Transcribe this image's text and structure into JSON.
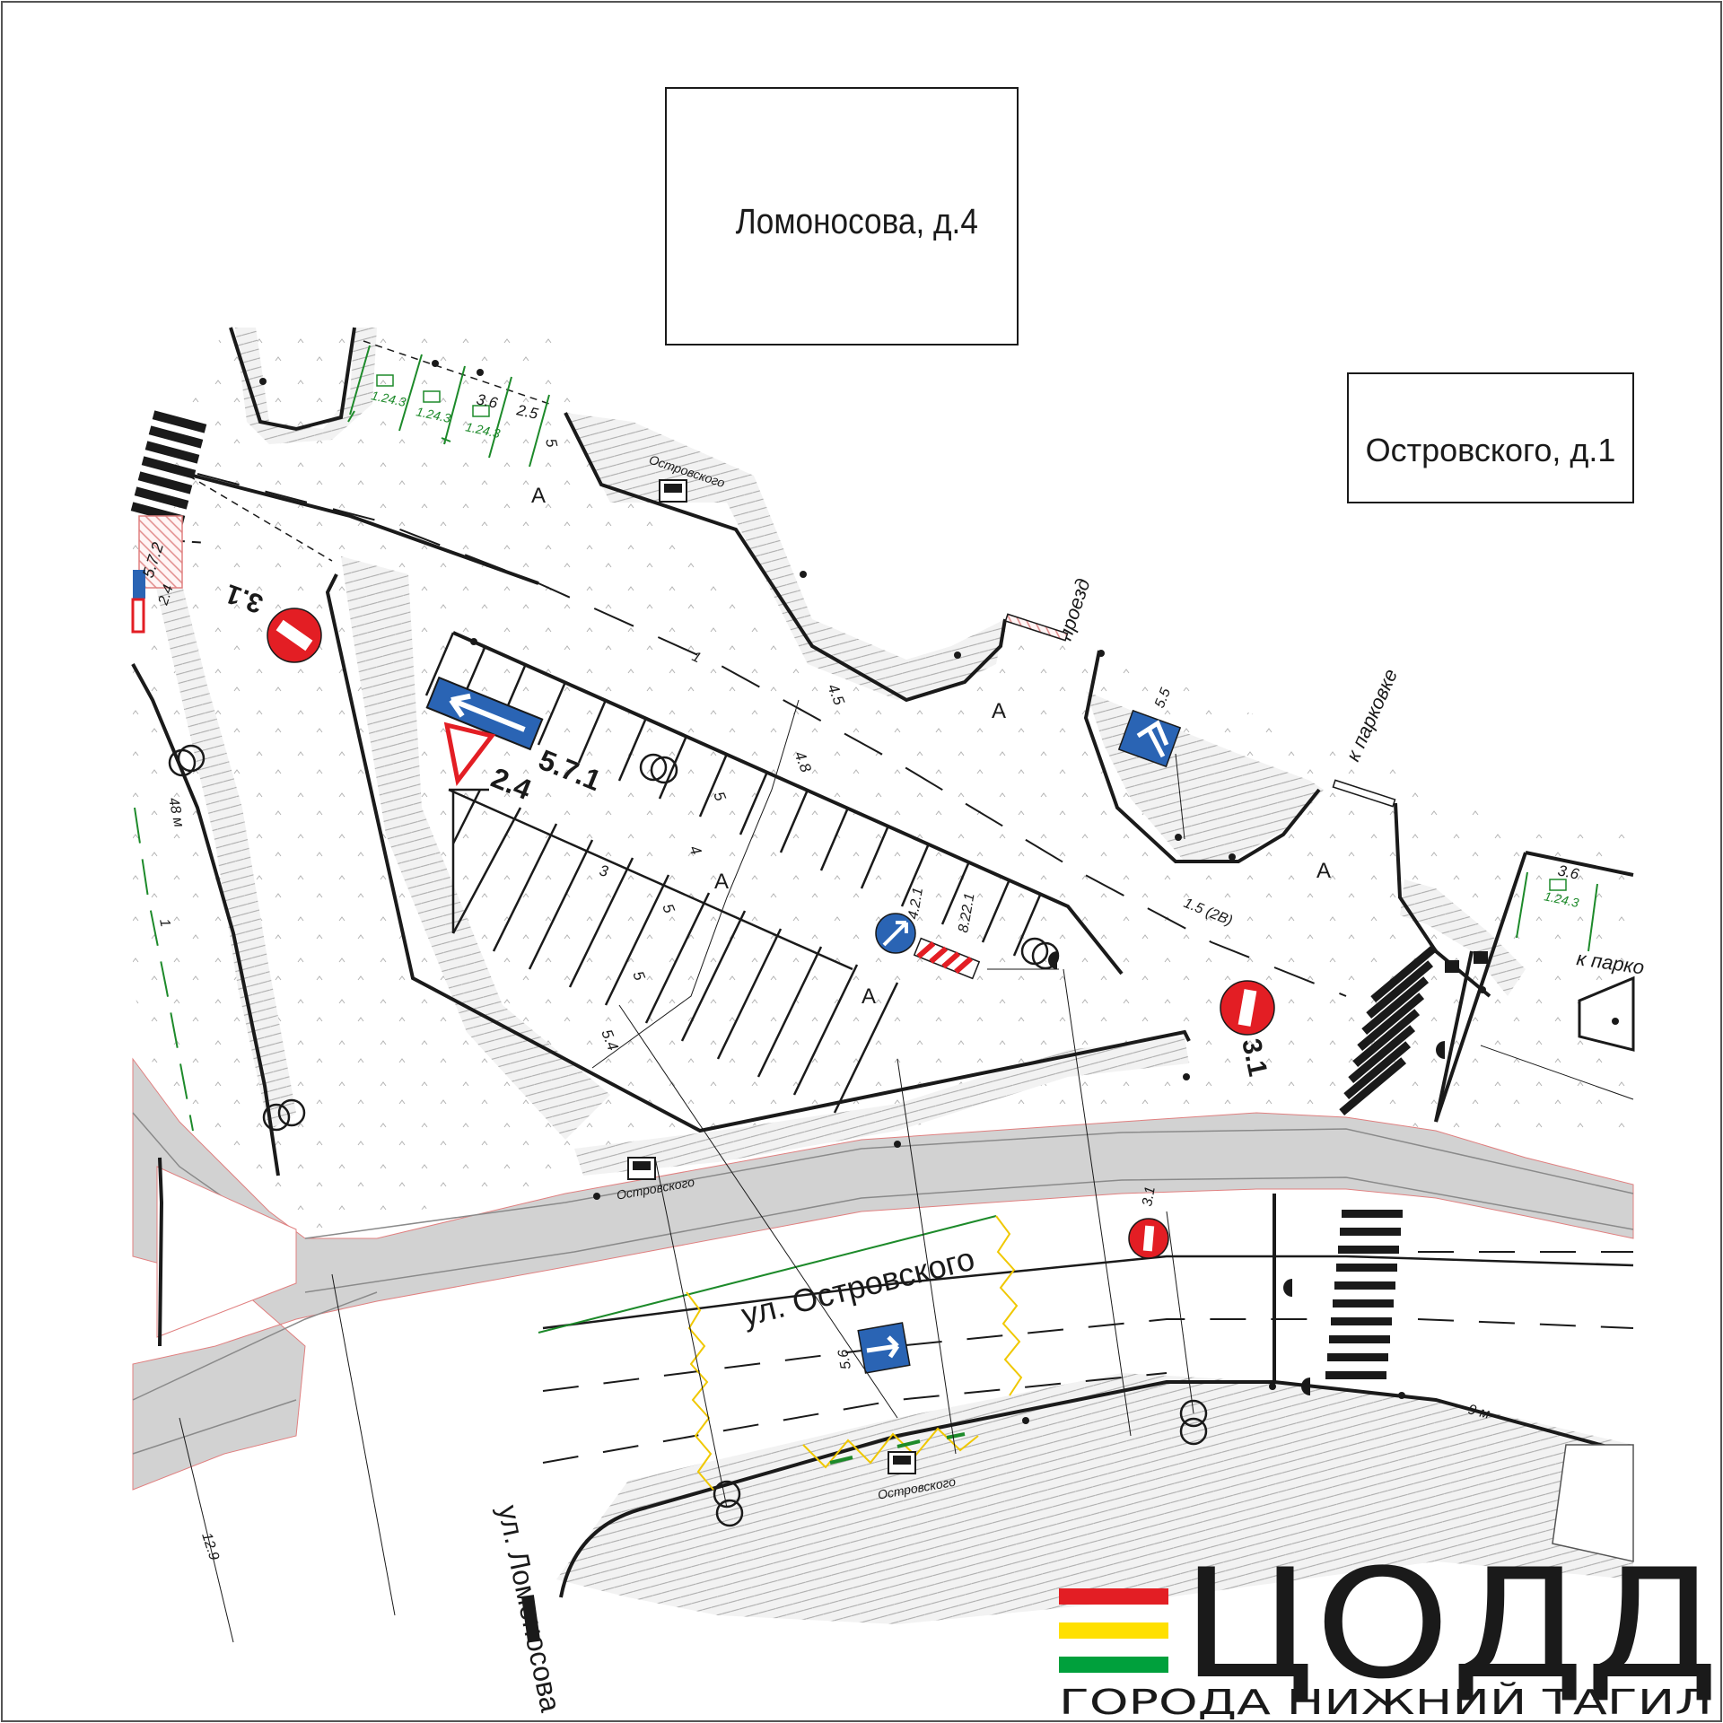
{
  "buildings": {
    "lomonosova_4": "Ломоносова, д.4",
    "ostrovskogo_1": "Островского, д.1"
  },
  "streets": {
    "ostrovskogo": "ул. Островского",
    "lomonosova": "ул. Ломоносова"
  },
  "notes": {
    "proezd": "проезд",
    "k_parkovke": "к парковке",
    "k_parko": "к парко"
  },
  "bus_stops": {
    "label": "Островского"
  },
  "signs": {
    "s_571": "5.7.1",
    "s_572": "5.7.2",
    "s_24": "2.4",
    "s_24_small": "2.4",
    "s_31_a": "3.1",
    "s_31_b": "3.1",
    "s_31_c": "3.1",
    "s_421": "4.2.1",
    "s_8221": "8.22.1",
    "s_55": "5.5",
    "s_56": "5.6"
  },
  "markings": {
    "m1": "1",
    "m1_left": "1",
    "m243_a": "1.24.3",
    "m243_b": "1.24.3",
    "m243_c": "1.24.3",
    "m243_d": "1.24.3"
  },
  "dimensions": {
    "d36": "3.6",
    "d25": "2.5",
    "d5_top": "5",
    "d3": "3",
    "d4": "4",
    "d5_a": "5",
    "d5_b": "5",
    "d5_c": "5",
    "d54": "5.4",
    "d48": "4.8",
    "d45": "4.5",
    "d15": "1.5 (2В)",
    "d48m": "48 м",
    "d9m": "9 м",
    "d129": "12.9",
    "d36_right": "3.6"
  },
  "parking_marks": {
    "a1": "А",
    "a2": "А",
    "a3": "А",
    "a4": "А",
    "a5": "А",
    "a6": "А"
  },
  "logo": {
    "name": "ЦОДД",
    "subtitle": "ГОРОДА НИЖНИЙ ТАГИЛ",
    "bar_colors": [
      "#e31e24",
      "#ffe000",
      "#00a03c"
    ]
  },
  "colors": {
    "sign_red": "#e31e24",
    "sign_blue": "#2a64b4",
    "road_gray": "#d2d2d2",
    "green_line": "#1d8a2a",
    "zigzag_yellow": "#f0c800"
  }
}
